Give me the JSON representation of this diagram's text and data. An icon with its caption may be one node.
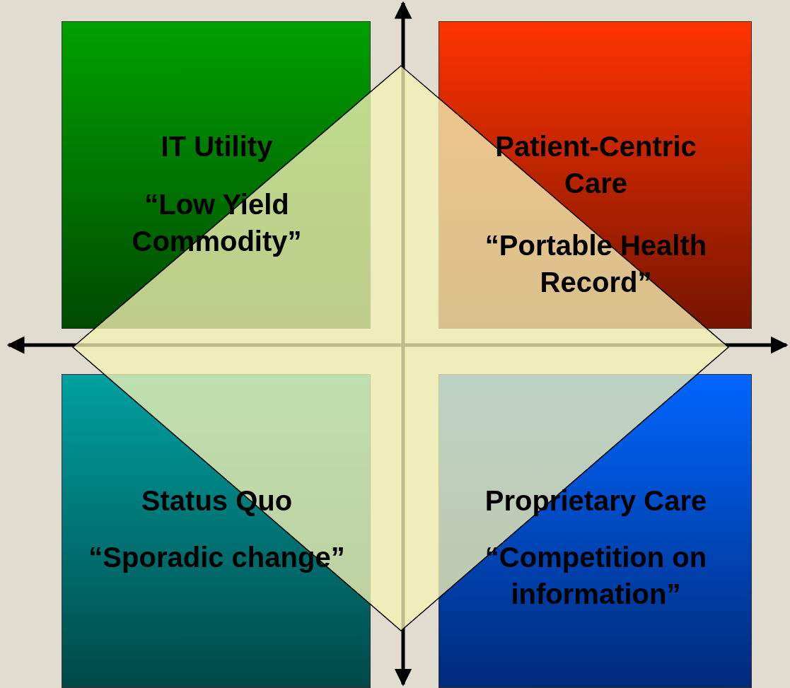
{
  "diagram": {
    "nodes": [
      {
        "text": [
          "IT Utility",
          "“Low Yield Commodity”"
        ]
      },
      {
        "text": [
          "Patient-Centric Care",
          "“Portable Health Record”"
        ]
      },
      {
        "text": [
          "Status Quo",
          "“Sporadic change”"
        ]
      },
      {
        "text": [
          "Proprietary Care",
          "“Competition on information”"
        ]
      }
    ]
  }
}
